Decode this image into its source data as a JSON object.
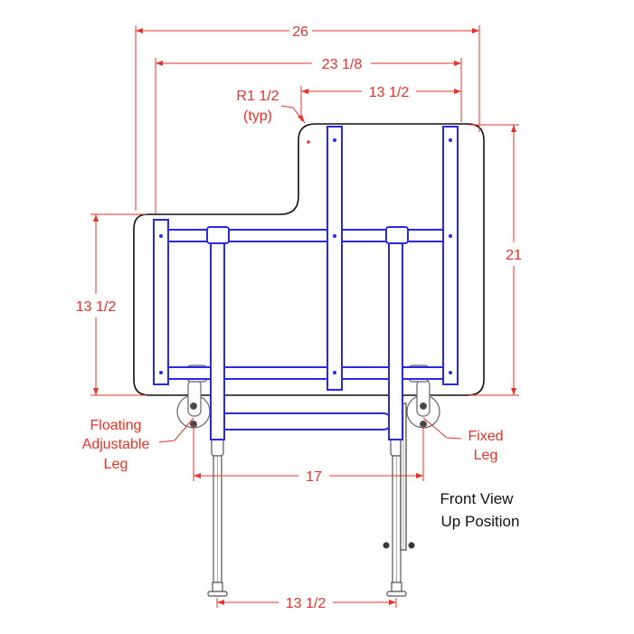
{
  "colors": {
    "dimension": "#e8332a",
    "frame": "#2a2ae6",
    "outline": "#111111",
    "hardware": "#666666"
  },
  "dimensions": {
    "overall_width": "26",
    "inner_width": "23 1/8",
    "upper_width": "13 1/2",
    "radius_line1": "R1 1/2",
    "radius_line2": "(typ)",
    "overall_height": "21",
    "lower_height": "13 1/2",
    "leg_spacing": "17",
    "foot_spacing": "13 1/2"
  },
  "labels": {
    "floating_line1": "Floating",
    "floating_line2": "Adjustable",
    "floating_line3": "Leg",
    "fixed_line1": "Fixed",
    "fixed_line2": "Leg"
  },
  "caption": {
    "line1": "Front View",
    "line2": "Up Position"
  }
}
